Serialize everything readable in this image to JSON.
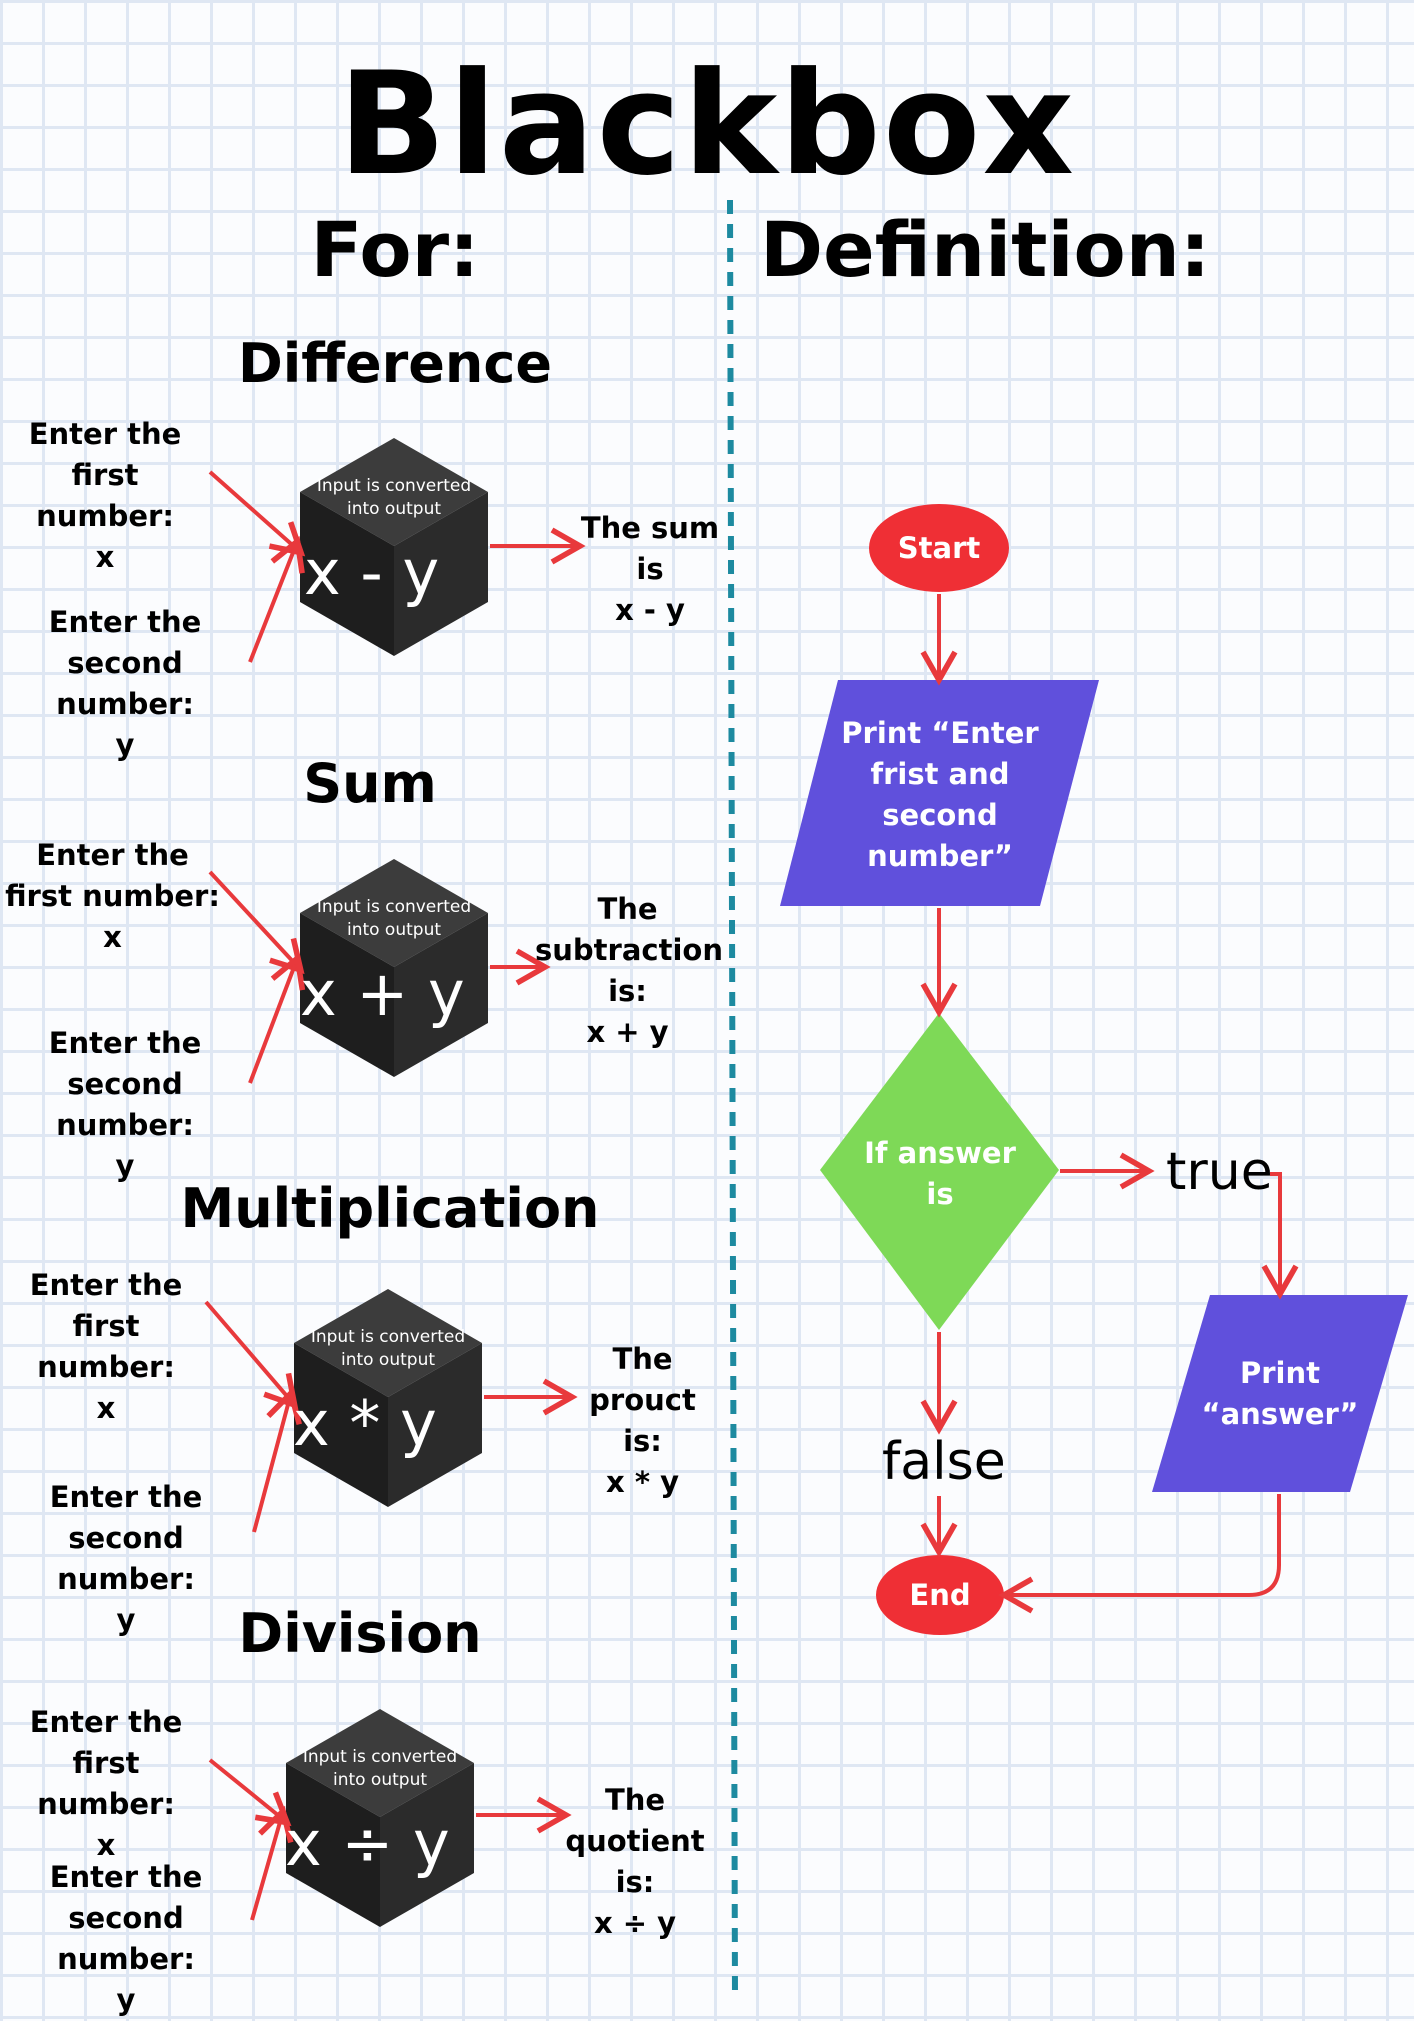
{
  "title": "Blackbox",
  "left_heading": "For:",
  "right_heading": "Definition:",
  "operations": [
    {
      "name": "Difference",
      "input_first": "Enter the first\nnumber:\nx",
      "input_second": "Enter the\nsecond number:\ny",
      "cube_caption": "Input is converted\ninto output",
      "operator": "x - y",
      "output": "The sum\nis\nx - y"
    },
    {
      "name": "Sum",
      "input_first": "Enter the\nfirst number:\nx",
      "input_second": "Enter the\nsecond number:\ny",
      "cube_caption": "Input is converted\ninto output",
      "operator": "x + y",
      "output": "The\nsubtraction\nis:\nx + y"
    },
    {
      "name": "Multiplication",
      "input_first": "Enter the\nfirst number:\nx",
      "input_second": "Enter the\nsecond number:\ny",
      "cube_caption": "Input is converted\ninto output",
      "operator": "x * y",
      "output": "The\nprouct is:\nx * y"
    },
    {
      "name": "Division",
      "input_first": "Enter the first\nnumber:\nx",
      "input_second": "Enter the\nsecond number:\ny",
      "cube_caption": "Input is converted\ninto output",
      "operator": "x ÷ y",
      "output": "The\nquotient\nis:\nx ÷ y"
    }
  ],
  "flowchart": {
    "start": "Start",
    "print_input": "Print “Enter\nfrist and\nsecond\nnumber”",
    "decision": "If answer\nis",
    "true_label": "true",
    "false_label": "false",
    "print_answer": "Print\n“answer”",
    "end": "End"
  },
  "colors": {
    "arrow": "#e8393c",
    "terminal": "#ef2f35",
    "io": "#6050dc",
    "decision": "#7ed957",
    "divider": "#1d8aa0",
    "cube_top": "#3c3c3c",
    "cube_left": "#1e1e1e",
    "cube_right": "#2b2b2b"
  }
}
